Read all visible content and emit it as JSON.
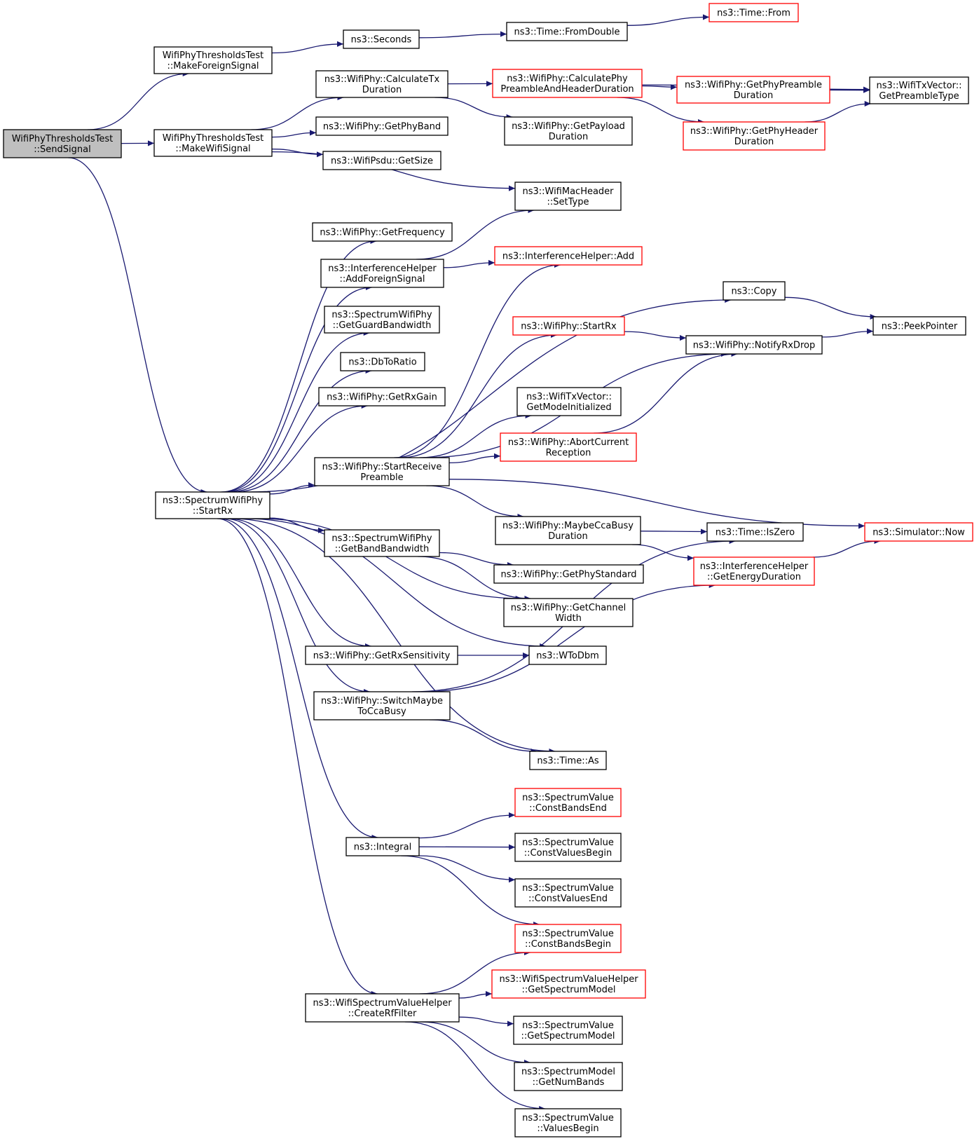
{
  "colors": {
    "edge": "#191970",
    "border_normal": "#000000",
    "border_truncated": "#ff0000",
    "root_fill": "#bfbfbf",
    "node_fill": "#ffffff"
  },
  "nodes": {
    "n0": {
      "lines": [
        "WifiPhyThresholdsTest",
        "::SendSignal"
      ],
      "style": "root"
    },
    "n1": {
      "lines": [
        "WifiPhyThresholdsTest",
        "::MakeForeignSignal"
      ],
      "style": "normal"
    },
    "n2": {
      "lines": [
        "WifiPhyThresholdsTest",
        "::MakeWifiSignal"
      ],
      "style": "normal"
    },
    "n3": {
      "lines": [
        "ns3::SpectrumWifiPhy",
        "::StartRx"
      ],
      "style": "normal"
    },
    "n4": {
      "lines": [
        "ns3::Seconds"
      ],
      "style": "normal"
    },
    "n5": {
      "lines": [
        "ns3::Time::FromDouble"
      ],
      "style": "normal"
    },
    "n6": {
      "lines": [
        "ns3::Time::From"
      ],
      "style": "truncated"
    },
    "n7": {
      "lines": [
        "ns3::WifiPhy::CalculateTx",
        "Duration"
      ],
      "style": "normal"
    },
    "n8": {
      "lines": [
        "ns3::WifiPhy::CalculatePhy",
        "PreambleAndHeaderDuration"
      ],
      "style": "truncated"
    },
    "n9": {
      "lines": [
        "ns3::WifiPhy::GetPhyPreamble",
        "Duration"
      ],
      "style": "truncated"
    },
    "n10": {
      "lines": [
        "ns3::WifiTxVector::",
        "GetPreambleType"
      ],
      "style": "normal"
    },
    "n11": {
      "lines": [
        "ns3::WifiPhy::GetPhyBand"
      ],
      "style": "normal"
    },
    "n12": {
      "lines": [
        "ns3::WifiPhy::GetPayload",
        "Duration"
      ],
      "style": "normal"
    },
    "n13": {
      "lines": [
        "ns3::WifiPhy::GetPhyHeader",
        "Duration"
      ],
      "style": "truncated"
    },
    "n14": {
      "lines": [
        "ns3::WifiPsdu::GetSize"
      ],
      "style": "normal"
    },
    "n15": {
      "lines": [
        "ns3::WifiMacHeader",
        "::SetType"
      ],
      "style": "normal"
    },
    "n16": {
      "lines": [
        "ns3::WifiPhy::GetFrequency"
      ],
      "style": "normal"
    },
    "n17": {
      "lines": [
        "ns3::InterferenceHelper",
        "::AddForeignSignal"
      ],
      "style": "normal"
    },
    "n18": {
      "lines": [
        "ns3::InterferenceHelper::Add"
      ],
      "style": "truncated"
    },
    "n19": {
      "lines": [
        "ns3::Copy"
      ],
      "style": "normal"
    },
    "n20": {
      "lines": [
        "ns3::PeekPointer"
      ],
      "style": "normal"
    },
    "n21": {
      "lines": [
        "ns3::SpectrumWifiPhy",
        "::GetGuardBandwidth"
      ],
      "style": "normal"
    },
    "n22": {
      "lines": [
        "ns3::WifiPhy::StartRx"
      ],
      "style": "truncated"
    },
    "n23": {
      "lines": [
        "ns3::WifiPhy::NotifyRxDrop"
      ],
      "style": "normal"
    },
    "n24": {
      "lines": [
        "ns3::DbToRatio"
      ],
      "style": "normal"
    },
    "n25": {
      "lines": [
        "ns3::WifiPhy::GetRxGain"
      ],
      "style": "normal"
    },
    "n26": {
      "lines": [
        "ns3::WifiTxVector::",
        "GetModeInitialized"
      ],
      "style": "normal"
    },
    "n27": {
      "lines": [
        "ns3::WifiPhy::AbortCurrent",
        "Reception"
      ],
      "style": "truncated"
    },
    "n28": {
      "lines": [
        "ns3::WifiPhy::StartReceive",
        "Preamble"
      ],
      "style": "normal"
    },
    "n29": {
      "lines": [
        "ns3::WifiPhy::MaybeCcaBusy",
        "Duration"
      ],
      "style": "normal"
    },
    "n30": {
      "lines": [
        "ns3::Time::IsZero"
      ],
      "style": "normal"
    },
    "n31": {
      "lines": [
        "ns3::Simulator::Now"
      ],
      "style": "truncated"
    },
    "n32": {
      "lines": [
        "ns3::SpectrumWifiPhy",
        "::GetBandBandwidth"
      ],
      "style": "normal"
    },
    "n33": {
      "lines": [
        "ns3::InterferenceHelper",
        "::GetEnergyDuration"
      ],
      "style": "truncated"
    },
    "n34": {
      "lines": [
        "ns3::WifiPhy::GetPhyStandard"
      ],
      "style": "normal"
    },
    "n35": {
      "lines": [
        "ns3::WifiPhy::GetChannel",
        "Width"
      ],
      "style": "normal"
    },
    "n36": {
      "lines": [
        "ns3::WifiPhy::GetRxSensitivity"
      ],
      "style": "normal"
    },
    "n37": {
      "lines": [
        "ns3::WToDbm"
      ],
      "style": "normal"
    },
    "n38": {
      "lines": [
        "ns3::WifiPhy::SwitchMaybe",
        "ToCcaBusy"
      ],
      "style": "normal"
    },
    "n39": {
      "lines": [
        "ns3::Time::As"
      ],
      "style": "normal"
    },
    "n40": {
      "lines": [
        "ns3::SpectrumValue",
        "::ConstBandsEnd"
      ],
      "style": "truncated"
    },
    "n41": {
      "lines": [
        "ns3::Integral"
      ],
      "style": "normal"
    },
    "n42": {
      "lines": [
        "ns3::SpectrumValue",
        "::ConstValuesBegin"
      ],
      "style": "normal"
    },
    "n43": {
      "lines": [
        "ns3::SpectrumValue",
        "::ConstValuesEnd"
      ],
      "style": "normal"
    },
    "n44": {
      "lines": [
        "ns3::SpectrumValue",
        "::ConstBandsBegin"
      ],
      "style": "truncated"
    },
    "n45": {
      "lines": [
        "ns3::WifiSpectrumValueHelper",
        "::GetSpectrumModel"
      ],
      "style": "truncated"
    },
    "n46": {
      "lines": [
        "ns3::WifiSpectrumValueHelper",
        "::CreateRfFilter"
      ],
      "style": "normal"
    },
    "n47": {
      "lines": [
        "ns3::SpectrumValue",
        "::GetSpectrumModel"
      ],
      "style": "normal"
    },
    "n48": {
      "lines": [
        "ns3::SpectrumModel",
        "::GetNumBands"
      ],
      "style": "normal"
    },
    "n49": {
      "lines": [
        "ns3::SpectrumValue",
        "::ValuesBegin"
      ],
      "style": "normal"
    }
  },
  "edges": [
    [
      "n0",
      "n1"
    ],
    [
      "n0",
      "n2"
    ],
    [
      "n0",
      "n3"
    ],
    [
      "n1",
      "n4"
    ],
    [
      "n4",
      "n5"
    ],
    [
      "n5",
      "n6"
    ],
    [
      "n2",
      "n7"
    ],
    [
      "n2",
      "n11"
    ],
    [
      "n2",
      "n14"
    ],
    [
      "n2",
      "n15"
    ],
    [
      "n7",
      "n8"
    ],
    [
      "n7",
      "n12"
    ],
    [
      "n8",
      "n9"
    ],
    [
      "n8",
      "n10"
    ],
    [
      "n8",
      "n13"
    ],
    [
      "n9",
      "n10"
    ],
    [
      "n13",
      "n10"
    ],
    [
      "n3",
      "n16"
    ],
    [
      "n3",
      "n17"
    ],
    [
      "n3",
      "n21"
    ],
    [
      "n3",
      "n24"
    ],
    [
      "n3",
      "n25"
    ],
    [
      "n3",
      "n28"
    ],
    [
      "n3",
      "n32"
    ],
    [
      "n3",
      "n35"
    ],
    [
      "n3",
      "n36"
    ],
    [
      "n3",
      "n37"
    ],
    [
      "n3",
      "n38"
    ],
    [
      "n3",
      "n39"
    ],
    [
      "n3",
      "n41"
    ],
    [
      "n3",
      "n46"
    ],
    [
      "n3",
      "n19"
    ],
    [
      "n17",
      "n15"
    ],
    [
      "n17",
      "n18"
    ],
    [
      "n19",
      "n20"
    ],
    [
      "n23",
      "n20"
    ],
    [
      "n22",
      "n23"
    ],
    [
      "n28",
      "n18"
    ],
    [
      "n28",
      "n22"
    ],
    [
      "n28",
      "n23"
    ],
    [
      "n28",
      "n26"
    ],
    [
      "n28",
      "n27"
    ],
    [
      "n28",
      "n29"
    ],
    [
      "n28",
      "n31"
    ],
    [
      "n27",
      "n23"
    ],
    [
      "n29",
      "n30"
    ],
    [
      "n29",
      "n33"
    ],
    [
      "n33",
      "n31"
    ],
    [
      "n32",
      "n34"
    ],
    [
      "n32",
      "n35"
    ],
    [
      "n36",
      "n37"
    ],
    [
      "n38",
      "n30"
    ],
    [
      "n38",
      "n33"
    ],
    [
      "n38",
      "n39"
    ],
    [
      "n41",
      "n40"
    ],
    [
      "n41",
      "n42"
    ],
    [
      "n41",
      "n43"
    ],
    [
      "n41",
      "n44"
    ],
    [
      "n46",
      "n44"
    ],
    [
      "n46",
      "n45"
    ],
    [
      "n46",
      "n47"
    ],
    [
      "n46",
      "n48"
    ],
    [
      "n46",
      "n49"
    ]
  ]
}
